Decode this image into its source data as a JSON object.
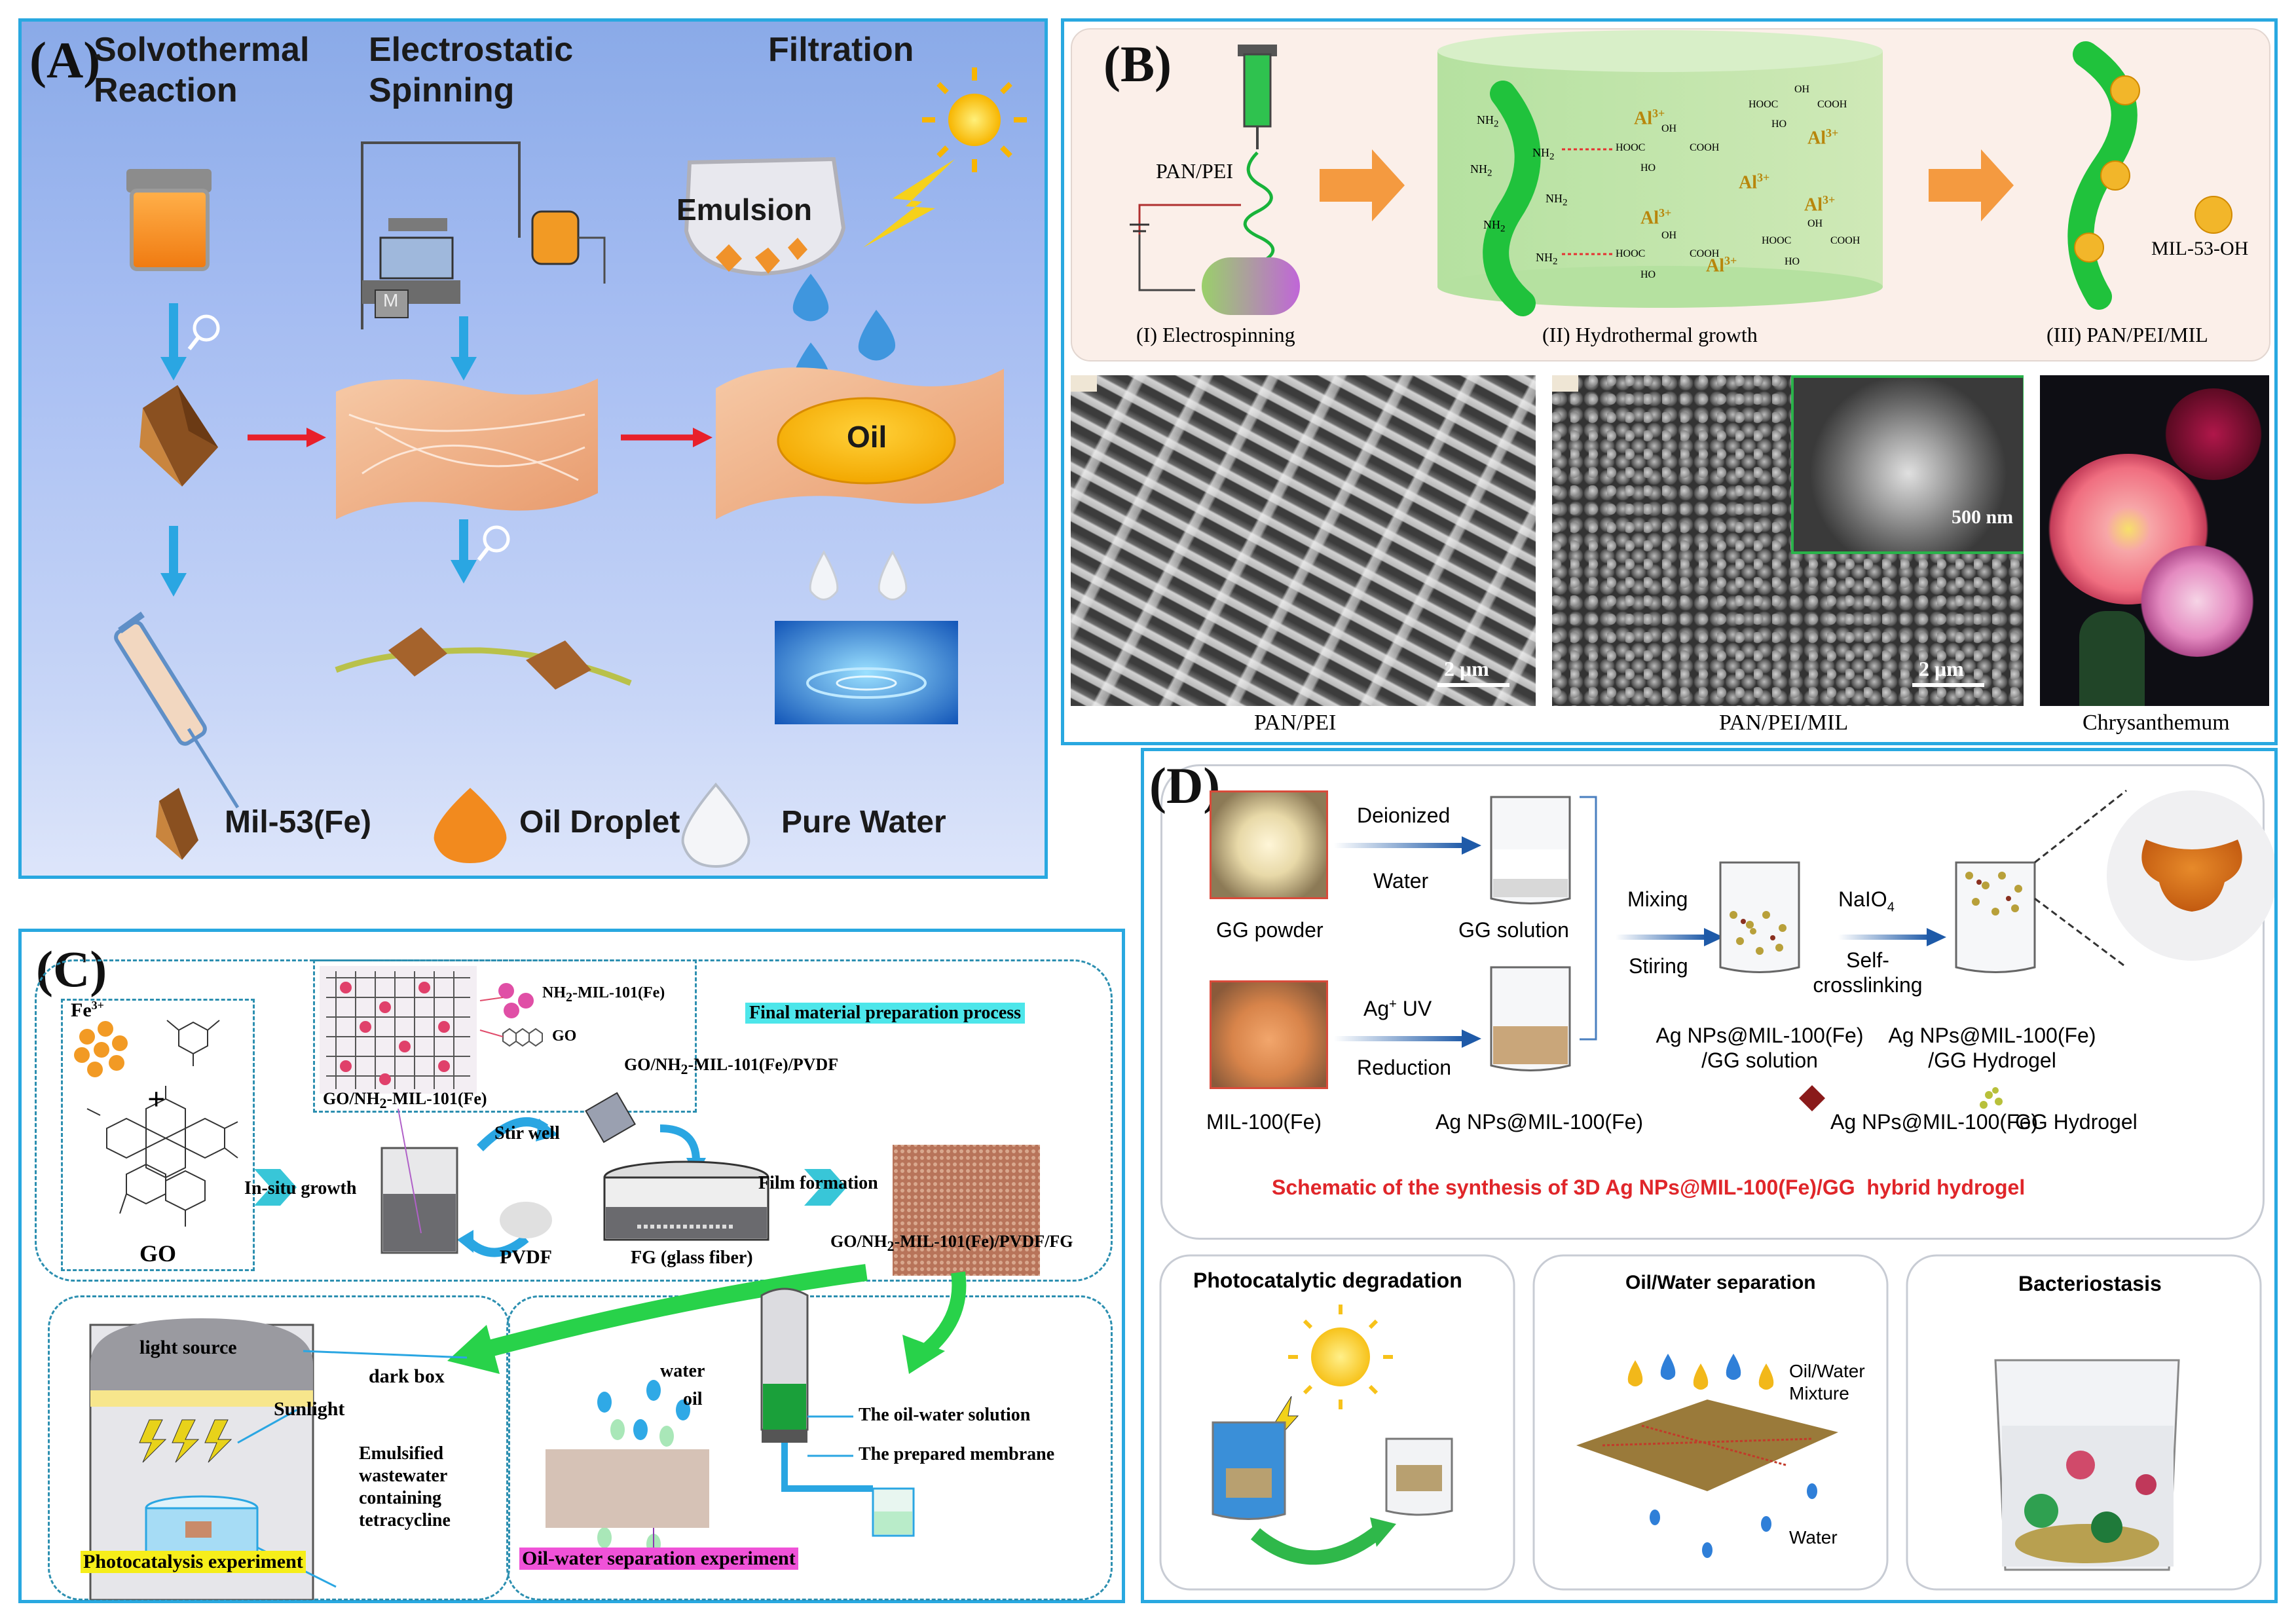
{
  "panelA": {
    "label": "(A)",
    "headers": [
      "Solvothermal\nReaction",
      "Electrostatic\nSpinning",
      "Filtration"
    ],
    "emulsion": "Emulsion",
    "oil": "Oil",
    "motor": "M",
    "legend": [
      "Mil-53(Fe)",
      "Oil Droplet",
      "Pure Water"
    ]
  },
  "panelB": {
    "label": "(B)",
    "pan_pei": "PAN/PEI",
    "steps": [
      "(I) Electrospinning",
      "(II) Hydrothermal growth",
      "(III) PAN/PEI/MIL"
    ],
    "mil": "MIL-53-OH",
    "al": "Al",
    "al_sup": "3+",
    "nh2": "NH",
    "nh2_sub": "2",
    "hooc": "HOOC",
    "cooh": "COOH",
    "oh": "OH",
    "ho": "HO",
    "captions": [
      "PAN/PEI",
      "PAN/PEI/MIL",
      "Chrysanthemum"
    ],
    "scales": [
      "2 μm",
      "2 μm",
      "500 nm"
    ]
  },
  "panelC": {
    "label": "(C)",
    "fe": "Fe",
    "fe_sup": "3+",
    "plus": "+",
    "go": "GO",
    "nh2_mil": "NH",
    "nh2_mil_sub": "2",
    "nh2_mil_rest": "-MIL-101(Fe)",
    "go_legend": "GO",
    "composite": "GO/NH",
    "composite_sub": "2",
    "composite_rest": "-MIL-101(Fe)",
    "pvdf_composite_rest": "-MIL-101(Fe)/PVDF",
    "final_process": "Final material preparation process",
    "insitu": "In-situ growth",
    "stir": "Stir well",
    "film": "Film formation",
    "pvdf": "PVDF",
    "fg": "FG (glass fiber)",
    "final_rest": "-MIL-101(Fe)/PVDF/FG",
    "light_source": "light source",
    "dark_box": "dark box",
    "sunlight": "Sunlight",
    "emulsified": "Emulsified\nwastewater\ncontaining\ntetracycline",
    "photo_exp": "Photocatalysis experiment",
    "water": "water",
    "oil": "oil",
    "oil_water_solution": "The oil-water solution",
    "prepared_membrane": "The prepared membrane",
    "oil_water_exp": "Oil-water separation experiment"
  },
  "panelD": {
    "label": "(D)",
    "gg_powder": "GG powder",
    "deionized": "Deionized",
    "water": "Water",
    "gg_solution": "GG solution",
    "mixing": "Mixing",
    "stiring": "Stiring",
    "naio4": "NaIO",
    "naio4_sub": "4",
    "self_cross": "Self-\ncrosslinking",
    "mil100": "MIL-100(Fe)",
    "ag_uv_a": "Ag",
    "ag_uv_sup": "+",
    "ag_uv_b": " UV",
    "reduction": "Reduction",
    "ag_nps_mil": "Ag NPs@MIL-100(Fe)",
    "ag_gg_solution": "Ag NPs@MIL-100(Fe)\n/GG solution",
    "ag_gg_hydrogel": "Ag NPs@MIL-100(Fe)\n/GG Hydrogel",
    "legend_ag": "Ag NPs@MIL-100(Fe)",
    "legend_gg": "GG Hydrogel",
    "schematic": "Schematic of the synthesis of 3D Ag NPs@MIL-100(Fe)/GG  hybrid hydrogel",
    "apps": [
      "Photocatalytic degradation",
      "Oil/Water separation",
      "Bacteriostasis"
    ],
    "oil_water_mix": "Oil/Water\nMixture",
    "water_below": "Water"
  },
  "colors": {
    "frame": "#29a8e0",
    "arrow_blue": "#2aa6e2",
    "arrow_red": "#e8202a",
    "oil_orange": "#f28a1e",
    "mof_brown": "#9a5a22",
    "green_fiber": "#1fbf3a",
    "schematic_red": "#e0262a",
    "highlight_yellow": "#f6ee1a",
    "highlight_magenta": "#f052d8",
    "highlight_cyan": "#4de6ea"
  },
  "icons": [
    "magnifier-icon",
    "sun-icon",
    "lightning-icon",
    "syringe-icon",
    "water-drop-icon",
    "beaker-icon",
    "bacteria-icon",
    "flower-icon"
  ]
}
